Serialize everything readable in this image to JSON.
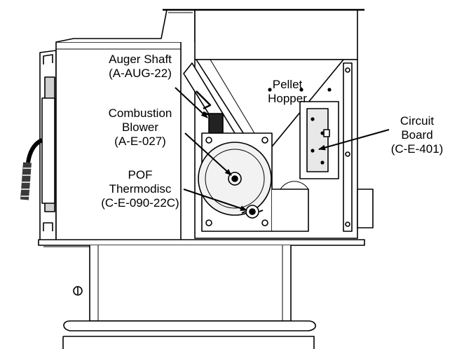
{
  "labels": {
    "auger_shaft": {
      "name": "Auger Shaft",
      "part": "(A-AUG-22)"
    },
    "pellet_hopper": {
      "line1": "Pellet",
      "line2": "Hopper"
    },
    "combustion_blower": {
      "line1": "Combustion",
      "line2": "Blower",
      "part": "(A-E-027)"
    },
    "circuit_board": {
      "line1": "Circuit",
      "line2": "Board",
      "part": "(C-E-401)"
    },
    "pof_thermodisc": {
      "line1": "POF",
      "line2": "Thermodisc",
      "part": "(C-E-090-22C)"
    }
  }
}
